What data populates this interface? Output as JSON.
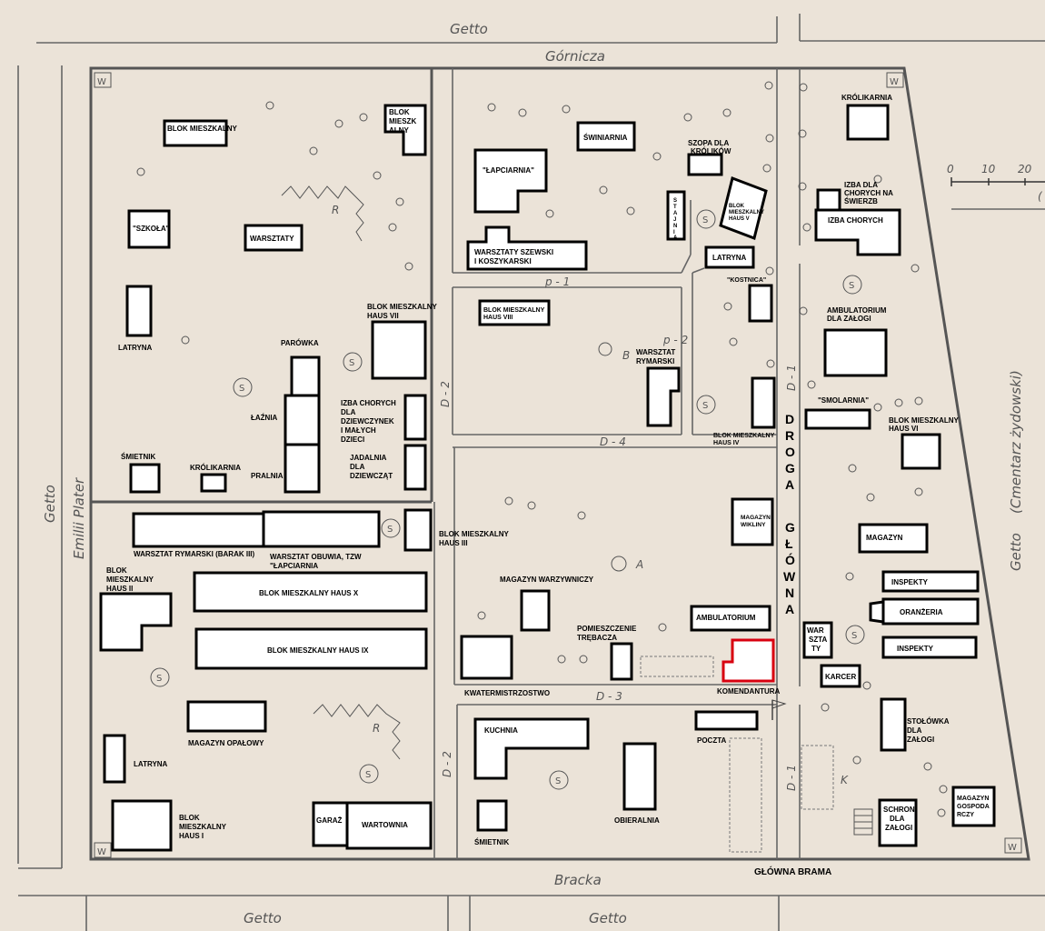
{
  "streets": {
    "top_getto": "Getto",
    "gornicza": "Górnicza",
    "left_getto": "Getto",
    "emilii_plater": "Emilii Plater",
    "bracka": "Bracka",
    "bottom_getto_1": "Getto",
    "bottom_getto_2": "Getto",
    "right_getto": "Getto",
    "cmentarz": "(Cmentarz żydowski)"
  },
  "roads": {
    "p1": "p - 1",
    "p2": "p - 2",
    "d1_upper": "D - 1",
    "d1_lower": "D - 1",
    "d2_upper": "D - 2",
    "d2_lower": "D - 2",
    "d3": "D - 3",
    "d4": "D - 4"
  },
  "main_road": [
    "D",
    "R",
    "O",
    "G",
    "A",
    "G",
    "Ł",
    "Ó",
    "W",
    "N",
    "A"
  ],
  "gate": "GŁÓWNA BRAMA",
  "scale": {
    "labels": [
      "0",
      "10",
      "20"
    ],
    "unit": "("
  },
  "sectors": {
    "a": "A",
    "b": "B",
    "k": "K",
    "r1": "R",
    "r2": "R"
  },
  "symbols": {
    "s": "S",
    "w": "W"
  },
  "labels": {
    "blok_mieszkalny": "BLOK MIESZKALNY",
    "blok_mieszk_1": "BLOK",
    "blok_mieszk_2": "MIESZK",
    "blok_mieszk_3": "ALNY",
    "szkola": "\"SZKOŁA\"",
    "warsztaty": "WARSZTATY",
    "latryna_1": "LATRYNA",
    "parowka": "PARÓWKA",
    "lazania": "ŁAŹNIA",
    "pralnia": "PRALNIA",
    "haus_vii_1": "BLOK MIESZKALNY",
    "haus_vii_2": "HAUS VII",
    "izba_dz_1": "IZBA CHORYCH",
    "izba_dz_2": "DLA",
    "izba_dz_3": "DZIEWCZYNEK",
    "izba_dz_4": "I MAŁYCH",
    "izba_dz_5": "DZIECI",
    "jadalnia_1": "JADALNIA",
    "jadalnia_2": "DLA",
    "jadalnia_3": "DZIEWCZĄT",
    "smietnik_1": "ŚMIETNIK",
    "krolikarnia_1": "KRÓLIKARNIA",
    "lapciarnia": "\"ŁAPCIARNIA\"",
    "swiniarnia": "ŚWINIARNIA",
    "szopa_1": "SZOPA DLA",
    "szopa_2": "KRÓLIKÓW",
    "stajnia": [
      "S",
      "T",
      "A",
      "J",
      "N",
      "I",
      "A"
    ],
    "haus_v_1": "BLOK",
    "haus_v_2": "MIESZKALNY",
    "haus_v_3": "HAUS V",
    "szewski_1": "WARSZTATY SZEWSKI",
    "szewski_2": "I KOSZYKARSKI",
    "latryna_2": "LATRYNA",
    "kostnica": "\"KOSTNICA\"",
    "haus_viii_1": "BLOK MIESZKALNY",
    "haus_viii_2": "HAUS VIII",
    "rymarski_1": "WARSZTAT",
    "rymarski_2": "RYMARSKI",
    "haus_iv_1": "BLOK MIESZKALNY",
    "haus_iv_2": "HAUS IV",
    "krolikarnia_2": "KRÓLIKARNIA",
    "izba_swierzb_1": "IZBA DLA",
    "izba_swierzb_2": "CHORYCH NA",
    "izba_swierzb_3": "ŚWIERZB",
    "izba_chorych": "IZBA CHORYCH",
    "amb_zalogi_1": "AMBULATORIUM",
    "amb_zalogi_2": "DLA ZAŁOGI",
    "smolarnia": "\"SMOLARNIA\"",
    "haus_vi_1": "BLOK MIESZKALNY",
    "haus_vi_2": "HAUS VI",
    "warsztat_barak_iii": "WARSZTAT RYMARSKI (BARAK III)",
    "obuwia_1": "WARSZTAT OBUWIA, TZW",
    "obuwia_2": "\"ŁAPCIARNIA",
    "haus_iii_1": "BLOK MIESZKALNY",
    "haus_iii_2": "HAUS III",
    "haus_ii_1": "BLOK",
    "haus_ii_2": "MIESZKALNY",
    "haus_ii_3": "HAUS II",
    "haus_x": "BLOK MIESZKALNY HAUS X",
    "haus_ix": "BLOK MIESZKALNY HAUS IX",
    "opalowy": "MAGAZYN OPAŁOWY",
    "latryna_3": "LATRYNA",
    "haus_i_1": "BLOK",
    "haus_i_2": "MIESZKALNY",
    "haus_i_3": "HAUS I",
    "garaz": "GARAŻ",
    "wartownia": "WARTOWNIA",
    "warzywniczy": "MAGAZYN WARZYWNICZY",
    "magazyn_wikliny_1": "MAGAZYN",
    "magazyn_wikliny_2": "WIKLINY",
    "ambulatorium": "AMBULATORIUM",
    "trebacza_1": "POMIESZCZENIE",
    "trebacza_2": "TRĘBACZA",
    "kwatermistrzostwo": "KWATERMISTRZOSTWO",
    "komendantura": "KOMENDANTURA",
    "kuchnia": "KUCHNIA",
    "poczta": "POCZTA",
    "obieralnia": "OBIERALNIA",
    "smietnik_2": "ŚMIETNIK",
    "magazyn": "MAGAZYN",
    "inspekty_1": "INSPEKTY",
    "oranzeria": "ORANŻERIA",
    "inspekty_2": "INSPEKTY",
    "warsztaty_v": [
      "WAR",
      "SZTA",
      "TY"
    ],
    "karcer": "KARCER",
    "stolowka_1": "STOŁÓWKA",
    "stolowka_2": "DLA",
    "stolowka_3": "ZAŁOGI",
    "schron_1": "SCHRON",
    "schron_2": "DLA",
    "schron_3": "ZAŁOGI",
    "gospodarczy_1": "MAGAZYN",
    "gospodarczy_2": "GOSPODA",
    "gospodarczy_3": "RCZY"
  }
}
